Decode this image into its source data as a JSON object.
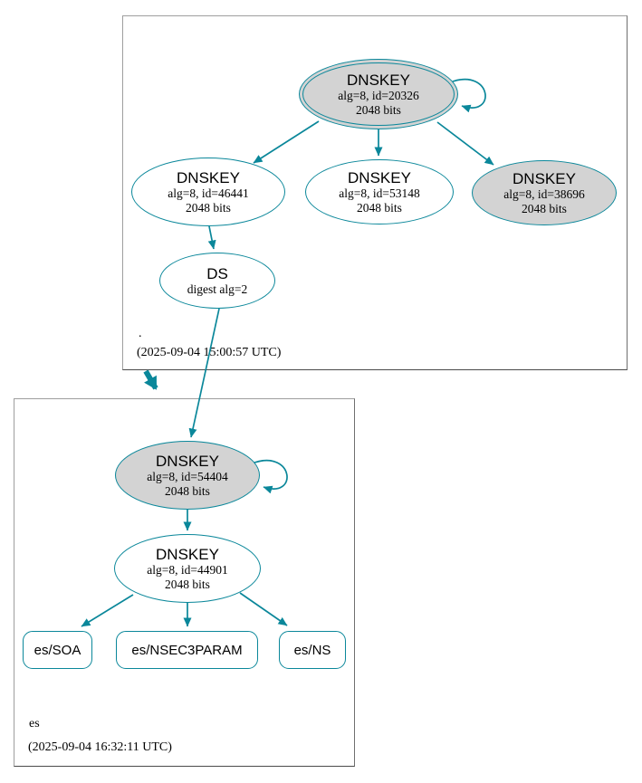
{
  "colors": {
    "accent_teal": "#0a879a",
    "node_fill_gray": "#d3d3d3",
    "cluster_border_light": "#9e9e9e",
    "cluster_border_dark": "#4a4a4a",
    "text": "#000000"
  },
  "zones": {
    "root": {
      "label": ".",
      "timestamp": "(2025-09-04 15:00:57 UTC)",
      "ksk_20326": {
        "title": "DNSKEY",
        "alg": "alg=8, id=20326",
        "bits": "2048 bits"
      },
      "zsk_46441": {
        "title": "DNSKEY",
        "alg": "alg=8, id=46441",
        "bits": "2048 bits"
      },
      "zsk_53148": {
        "title": "DNSKEY",
        "alg": "alg=8, id=53148",
        "bits": "2048 bits"
      },
      "zsk_38696": {
        "title": "DNSKEY",
        "alg": "alg=8, id=38696",
        "bits": "2048 bits"
      },
      "ds": {
        "title": "DS",
        "detail": "digest alg=2"
      }
    },
    "es": {
      "label": "es",
      "timestamp": "(2025-09-04 16:32:11 UTC)",
      "ksk_54404": {
        "title": "DNSKEY",
        "alg": "alg=8, id=54404",
        "bits": "2048 bits"
      },
      "zsk_44901": {
        "title": "DNSKEY",
        "alg": "alg=8, id=44901",
        "bits": "2048 bits"
      },
      "rrsets": [
        {
          "label": "es/SOA"
        },
        {
          "label": "es/NSEC3PARAM"
        },
        {
          "label": "es/NS"
        }
      ]
    }
  }
}
